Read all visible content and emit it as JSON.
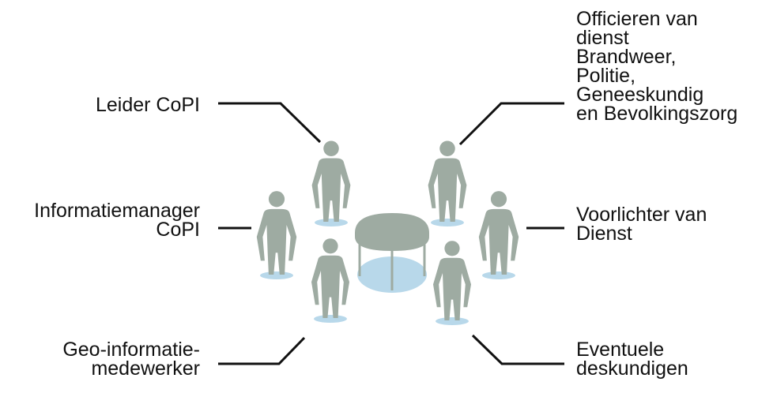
{
  "colors": {
    "figure": "#9eaba2",
    "shadow": "#b8d8ea",
    "table_top": "#9eaba2",
    "table_base": "#b8d8ea",
    "line": "#111111"
  },
  "roles": {
    "leider": [
      "Leider CoPI"
    ],
    "informatiemanager": [
      "Informatiemanager",
      "CoPI"
    ],
    "geo": [
      "Geo-informatie-",
      "medewerker"
    ],
    "officieren": [
      "Officieren van",
      "dienst",
      "Brandweer,",
      "Politie,",
      "Geneeskundig",
      "en Bevolkingszorg"
    ],
    "voorlichter": [
      "Voorlichter van",
      "Dienst"
    ],
    "deskundigen": [
      "Eventuele",
      "deskundigen"
    ]
  },
  "icons": {
    "person": "person-icon",
    "table": "round-table-icon"
  }
}
